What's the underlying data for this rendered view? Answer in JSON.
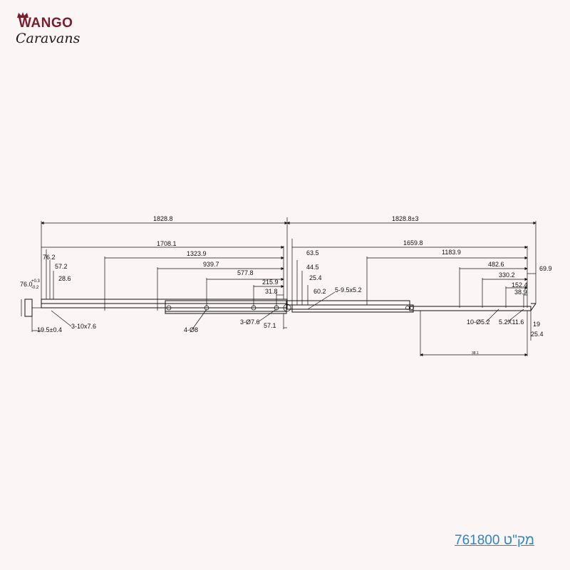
{
  "brand": {
    "line1": "WANGO",
    "line2": "Caravans",
    "accent_color": "#7a1c2c"
  },
  "sku_label": "מק\"ט 761800",
  "dimensions": {
    "top_left_total": "1828.8",
    "top_right_total": "1828.8±3",
    "d_1708": "1708.1",
    "d_1323": "1323.9",
    "d_939": "939.7",
    "d_577": "577.8",
    "d_215": "215.9",
    "d_31": "31.8",
    "d_76_2": "76.2",
    "d_57_2": "57.2",
    "d_28_6": "28.6",
    "d_63_5": "63.5",
    "d_44_5": "44.5",
    "d_25_4a": "25.4",
    "d_60_2": "60.2",
    "d_1659": "1659.8",
    "d_1183": "1183.9",
    "d_482": "482.6",
    "d_330": "330.2",
    "d_152": "152.4",
    "d_38": "38.9",
    "d_69": "69.9",
    "d_19": "19",
    "d_25_4b": "25.4",
    "d_57_1": "57.1",
    "h_76": "76.0",
    "tol_top": "+0.3",
    "tol_bot": "-0.2",
    "b_19_5": "19.5±0.4",
    "note_slot": "3-10x7.6",
    "note_holes4": "4-Ø8",
    "note_holes3": "3-Ø7.6",
    "note_slots5": "5-9.5x5.2",
    "note_holes10": "10-Ø5.2",
    "note_5_2": "5.2X11.6",
    "bottom_small": "38.1"
  }
}
